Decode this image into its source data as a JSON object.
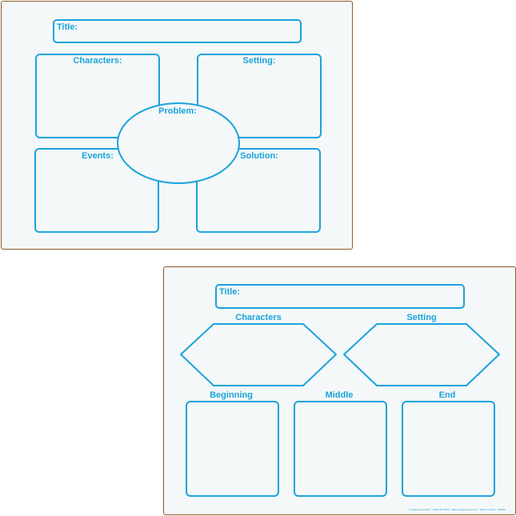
{
  "colors": {
    "outline": "#1aa3dc",
    "board": "#f4f8f8",
    "frame": "#8a5a2b"
  },
  "board1": {
    "title_label": "Title:",
    "characters_label": "Characters:",
    "setting_label": "Setting:",
    "problem_label": "Problem:",
    "events_label": "Events:",
    "solution_label": "Solution:"
  },
  "board2": {
    "title_label": "Title:",
    "characters_label": "Characters",
    "setting_label": "Setting",
    "beginning_label": "Beginning",
    "middle_label": "Middle",
    "end_label": "End",
    "fine_print": "© Really Good Stuff · 1-800-366-1920 · www.reallygoodstuff.com · Made in China · 000000"
  }
}
